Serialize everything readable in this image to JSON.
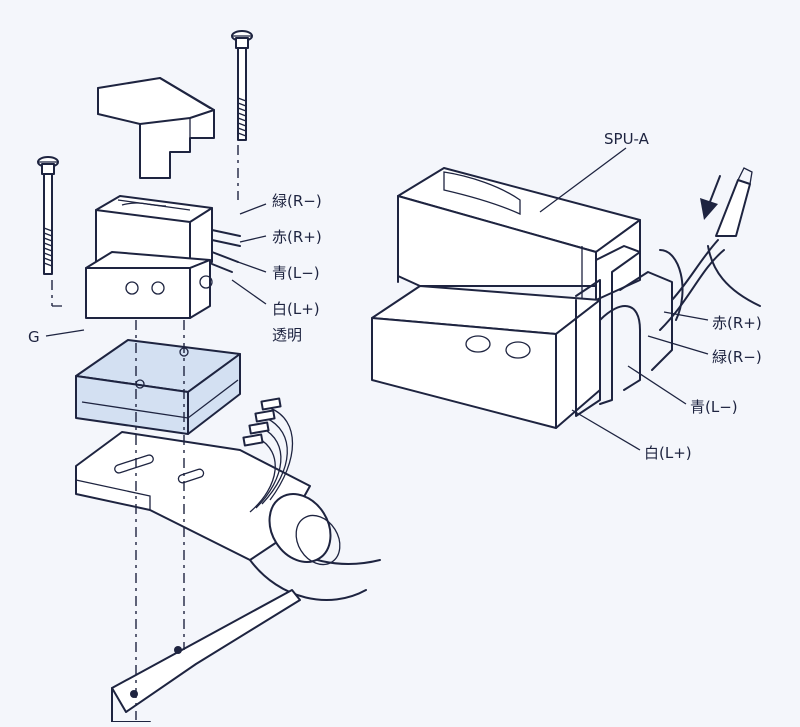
{
  "colors": {
    "ink": "#1e2440",
    "paper": "#f4f6fb",
    "shade": "#d3e0f2"
  },
  "left": {
    "labels": {
      "wire_green": "緑(R−)",
      "wire_red": "赤(R+)",
      "wire_blue": "青(L−)",
      "wire_white": "白(L+)",
      "transparent": "透明",
      "ground": "G"
    }
  },
  "right": {
    "title": "SPU-A",
    "labels": {
      "wire_red": "赤(R+)",
      "wire_green": "緑(R−)",
      "wire_blue": "青(L−)",
      "wire_white": "白(L+)"
    }
  }
}
